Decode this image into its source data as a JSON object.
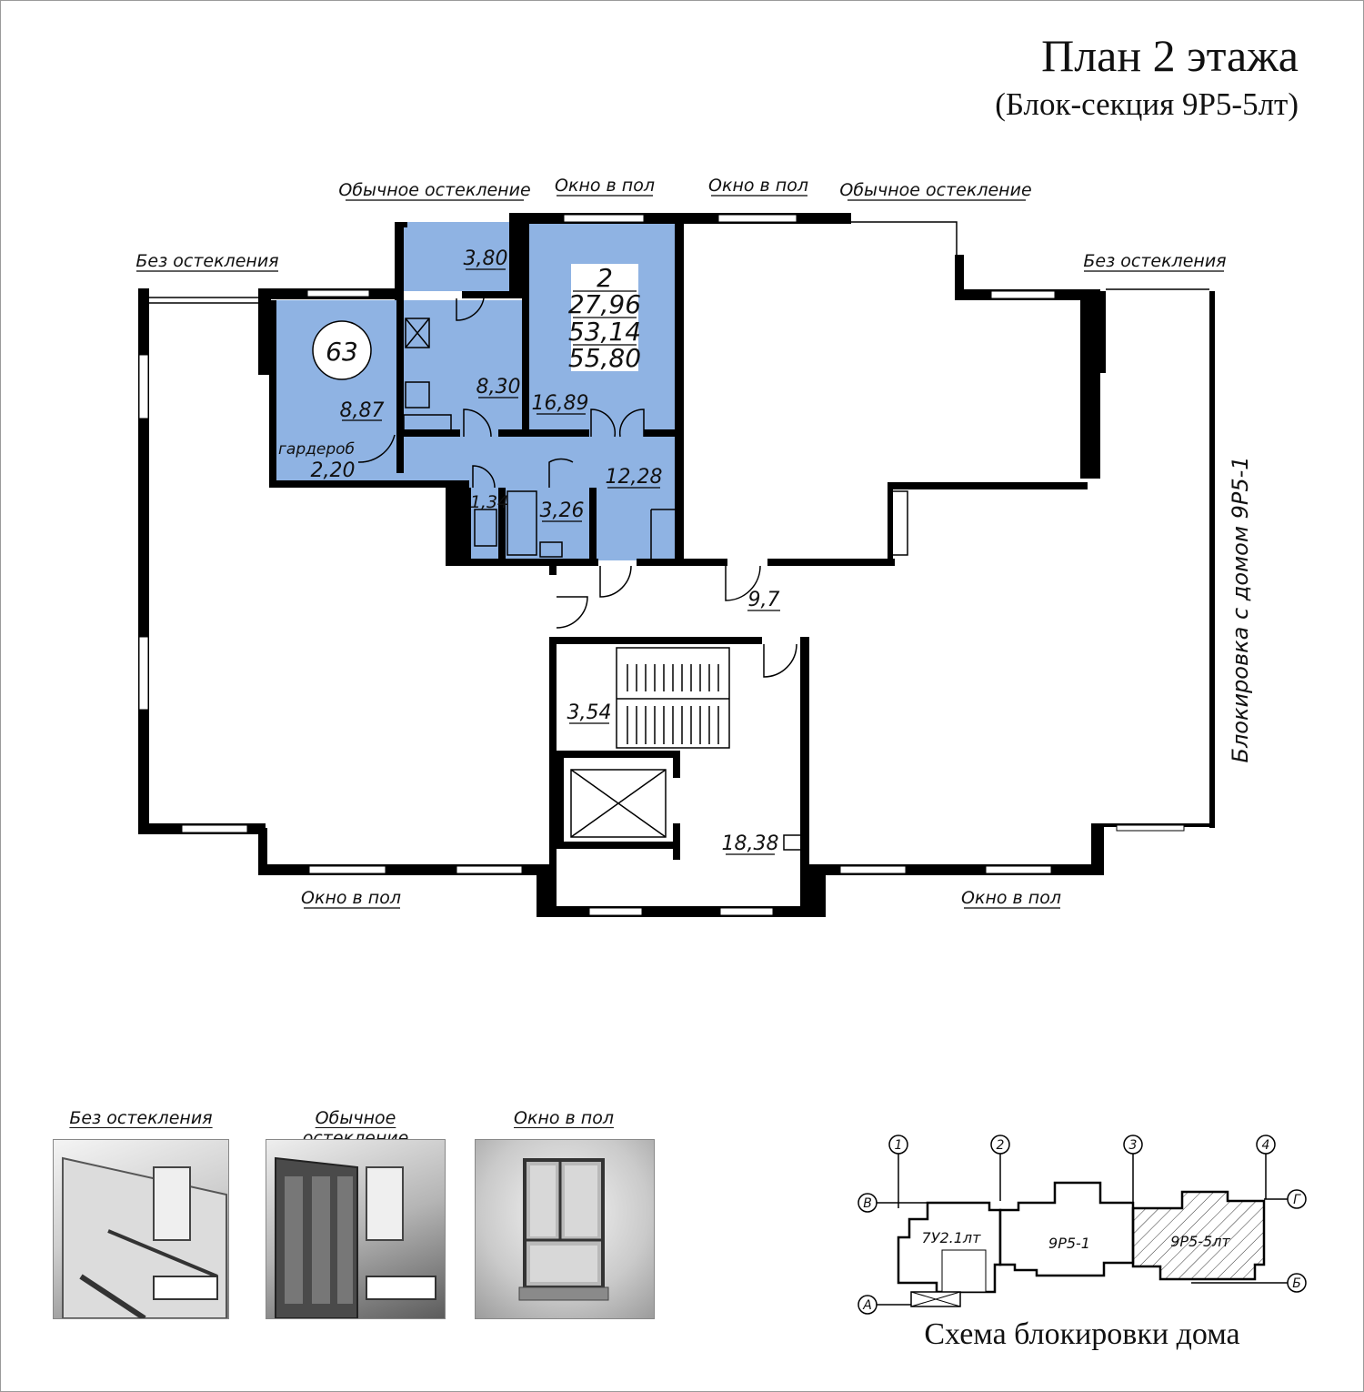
{
  "title": "План 2 этажа",
  "subtitle": "(Блок-секция 9Р5-5лт)",
  "notes": {
    "ordinary_glazing": "Обычное остекление",
    "window_to_floor": "Окно в пол",
    "no_glazing": "Без остекления",
    "blocking": "Блокировка с домом 9Р5-1"
  },
  "apartment": {
    "number": "63",
    "rooms": "2",
    "living_area": "27,96",
    "total_area": "53,14",
    "area_with_balcony": "55,80",
    "accent_color": "#8fb3e3"
  },
  "rooms": {
    "balcony": "3,80",
    "room_1": "8,87",
    "wardrobe_label": "гардероб",
    "wardrobe": "2,20",
    "kitchen": "8,30",
    "room_2": "16,89",
    "hall": "12,28",
    "wc": "1,34",
    "bath": "3,26",
    "corridor": "9,7",
    "stairs": "3,54",
    "lift_hall": "18,38"
  },
  "legend": {
    "no_glazing": "Без остекления",
    "ordinary_glazing": "Обычное остекление",
    "window_to_floor": "Окно в пол"
  },
  "scheme": {
    "title": "Схема блокировки дома",
    "axes": [
      "1",
      "2",
      "3",
      "4"
    ],
    "rows": [
      "В",
      "Г",
      "А",
      "Б"
    ],
    "sections": [
      "7У2.1лт",
      "9Р5-1",
      "9Р5-5лт"
    ]
  }
}
